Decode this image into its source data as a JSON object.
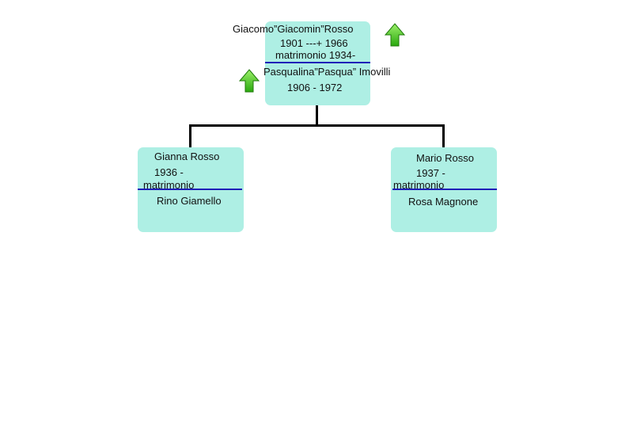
{
  "root": {
    "name": "Giacomo”Giacomin”Rosso",
    "years": "1901 ---+ 1966",
    "marriage": "matrimonio 1934-",
    "spouse": "Pasqualina”Pasqua” Imovilli",
    "spouse_years": "1906 - 1972"
  },
  "children": [
    {
      "name": "Gianna Rosso",
      "years": "1936 -",
      "marriage": "matrimonio",
      "spouse": "Rino Giamello"
    },
    {
      "name": "Mario Rosso",
      "years": "1937 -",
      "marriage": "matrimonio",
      "spouse": "Rosa Magnone"
    }
  ],
  "icons": {
    "up_arrow": "up-arrow-icon"
  },
  "colors": {
    "box": "#aeefe4",
    "separator": "#1f1fb8",
    "arrow": "#3cbf1a"
  }
}
